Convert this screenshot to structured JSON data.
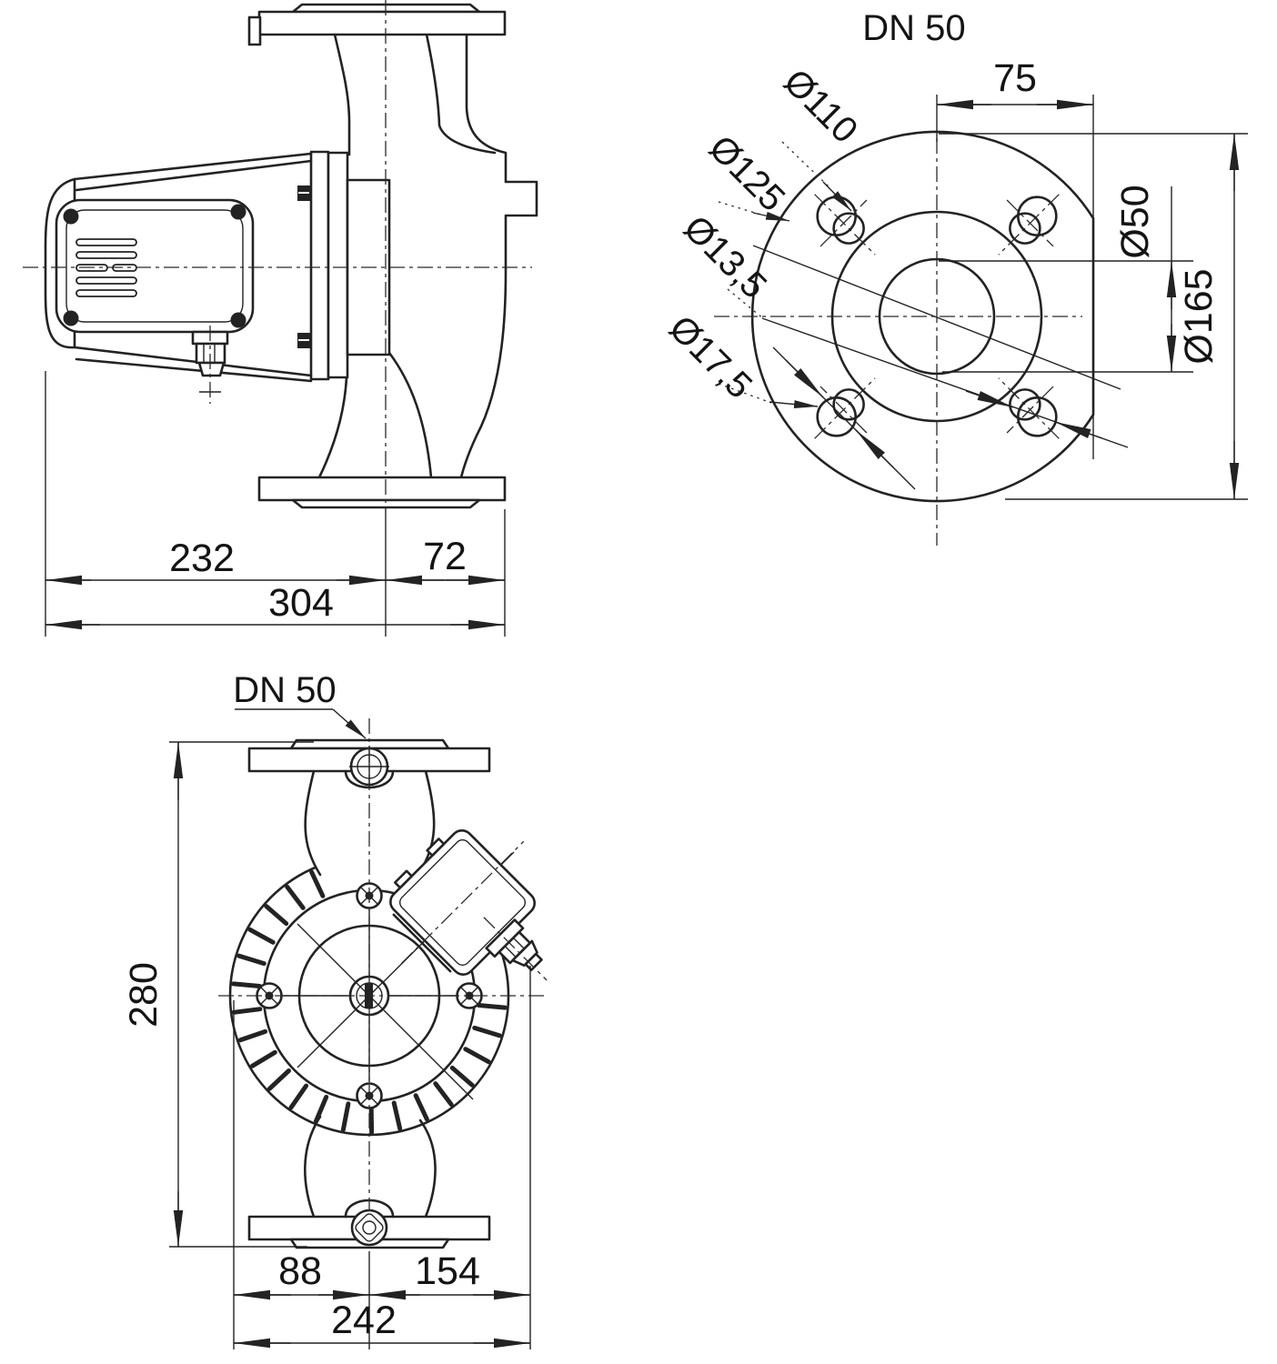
{
  "drawing": {
    "type": "pump-dimensional-drawing",
    "line_color": "#232323",
    "background": "#ffffff"
  },
  "side_view": {
    "dim_motor_to_axis": "232",
    "dim_axis_to_flange": "72",
    "dim_total_width": "304"
  },
  "flange_view": {
    "title": "DN 50",
    "dim_bolt_offset": "75",
    "dia_face": "Ø110",
    "dia_bolt_circle": "Ø125",
    "dia_hole_small": "Ø13,5",
    "dia_hole_large": "Ø17,5",
    "dia_bore": "Ø50",
    "dia_outer": "Ø165"
  },
  "front_view": {
    "label_nominal": "DN 50",
    "dim_height": "280",
    "dim_left_of_axis": "88",
    "dim_right_of_axis": "154",
    "dim_total_width": "242"
  }
}
